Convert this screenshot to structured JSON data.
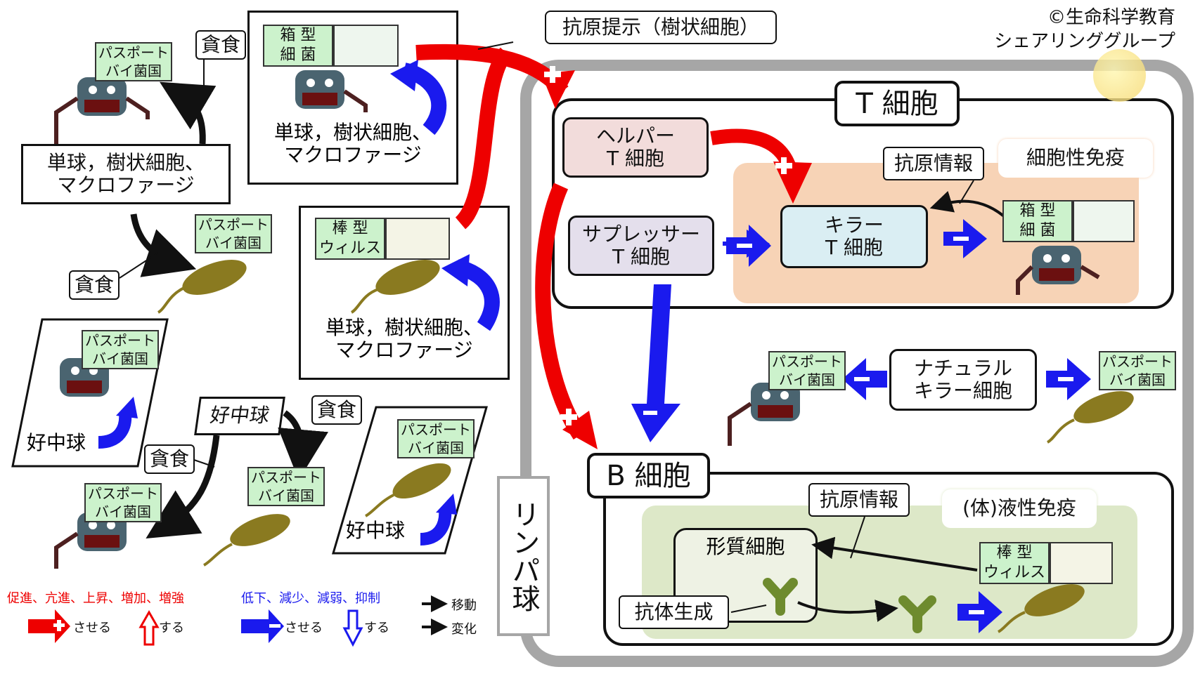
{
  "copyright": [
    "©生命科学教育",
    "シェアリンググループ"
  ],
  "antigen_presentation": "抗原提示（樹状細胞）",
  "lymphocyte": "リンパ球",
  "t_cell": "T 細胞",
  "b_cell": "B 細胞",
  "helper": [
    "ヘルパー",
    "T 細胞"
  ],
  "suppressor": [
    "サプレッサー",
    "T 細胞"
  ],
  "killer": [
    "キラー",
    "T 細胞"
  ],
  "nk": [
    "ナチュラル",
    "キラー細胞"
  ],
  "cellular_immunity": "細胞性免疫",
  "humoral_immunity": "(体)液性免疫",
  "antigen_info": "抗原情報",
  "plasma_cell": "形質細胞",
  "antibody_production": "抗体生成",
  "phagocytes": [
    "単球，樹状細胞、",
    "マクロファージ"
  ],
  "phagocytosis": "貪食",
  "neutrophil": "好中球",
  "box_bacterium": [
    "箱 型",
    "細 菌"
  ],
  "rod_virus": [
    "棒 型",
    "ウィルス"
  ],
  "passport": [
    "パスポート",
    "バイ菌国"
  ],
  "legend": {
    "red_text": "促進、亢進、上昇、増加、増強",
    "blue_text": "低下、減少、減弱、抑制",
    "make": "させる",
    "do": "する",
    "move": "移動",
    "change": "変化"
  },
  "colors": {
    "promote": "#ee0000",
    "suppress": "#1a1aee",
    "cellular_bg": "#f7d3b6",
    "humoral_bg": "#dde8c8",
    "helper_bg": "#f2dcdb",
    "suppressor_bg": "#e4dfec",
    "killer_bg": "#daeef3",
    "tag_bg": "#ccf2cc",
    "lymph_border": "#999999"
  }
}
